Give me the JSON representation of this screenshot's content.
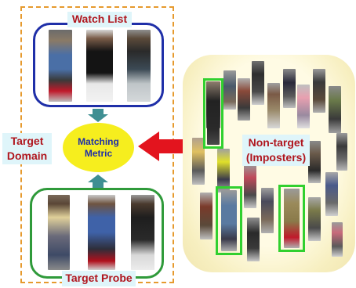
{
  "labels": {
    "watch_list": "Watch List",
    "target_probe": "Target Probe",
    "target_domain_line1": "Target",
    "target_domain_line2": "Domain",
    "matching_line1": "Matching",
    "matching_line2": "Metric",
    "nontarget_line1": "Non-target",
    "nontarget_line2": "(Imposters)"
  },
  "colors": {
    "watch_border": "#1f2fa8",
    "probe_border": "#2f9a3a",
    "domain_dashes": "#e69a2e",
    "label_text": "#b0161e",
    "label_bg": "#dff5fa",
    "ellipse_fill": "#f6ee1e",
    "ellipse_text": "#1f2fa8",
    "arrow_teal": "#3f8f93",
    "arrow_red": "#e3141e",
    "highlight_green": "#31d02f"
  }
}
